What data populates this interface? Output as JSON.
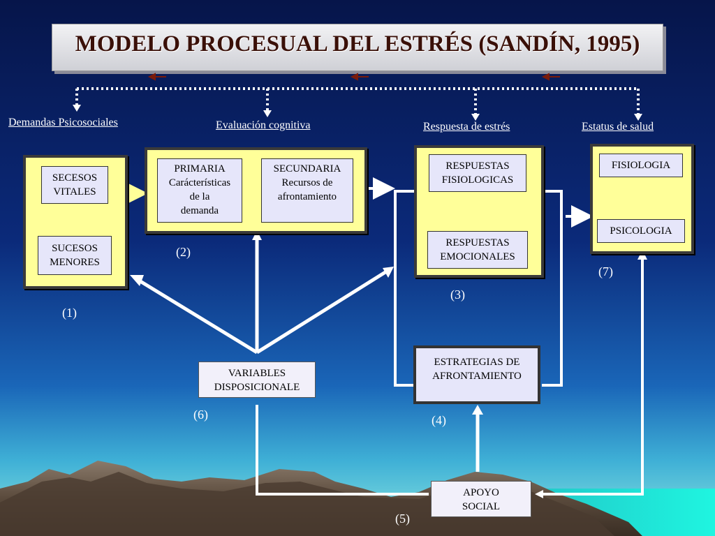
{
  "title": "MODELO PROCESUAL DEL ESTRÉS (SANDÍN, 1995)",
  "colors": {
    "accent_yellow": "#ffff99",
    "box_lavender": "#e6e6fa",
    "sky_top": "#06154a",
    "sea": "#1fe8d8"
  },
  "headers": {
    "demandas": "Demandas Psicosociales",
    "evaluacion": "Evaluación cognitiva",
    "respuesta": "Respuesta de estrés",
    "estatus": "Estatus de salud"
  },
  "boxes": {
    "secesos": "SECESOS\nVITALES",
    "sucesos": "SUCESOS\nMENORES",
    "primaria": "PRIMARIA\nCarácterísticas\nde la\ndemanda",
    "secundaria": "SECUNDARIA\nRecursos de\nafrontamiento",
    "resp_fisio": "RESPUESTAS\nFISIOLOGICAS",
    "resp_emoc": "RESPUESTAS\nEMOCIONALES",
    "fisiologia": "FISIOLOGIA",
    "psicologia": "PSICOLOGIA",
    "estrategias": "ESTRATEGIAS DE\nAFRONTAMIENTO",
    "variables": "VARIABLES\nDISPOSICIONALE",
    "apoyo": "APOYO\nSOCIAL"
  },
  "numbers": {
    "n1": "(1)",
    "n2": "(2)",
    "n3": "(3)",
    "n4": "(4)",
    "n5": "(5)",
    "n6": "(6)",
    "n7": "(7)"
  }
}
